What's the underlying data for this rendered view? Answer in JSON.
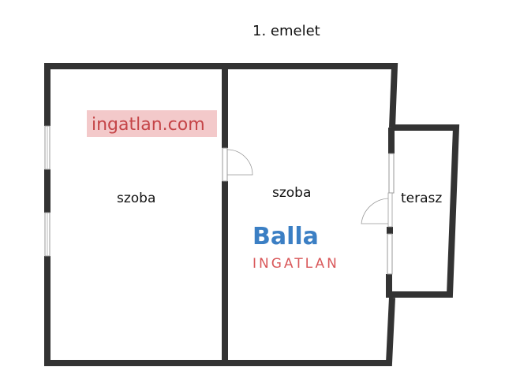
{
  "title": "1. emelet",
  "rooms": [
    {
      "name": "szoba"
    },
    {
      "name": "szoba"
    },
    {
      "name": "terasz"
    }
  ],
  "watermark": {
    "site": "ingatlan.com",
    "brand": "Balla",
    "sub": "INGATLAN"
  },
  "colors": {
    "wall": "#333333",
    "watermark_red": "#d9585a",
    "watermark_blue": "#3b7fc4"
  }
}
